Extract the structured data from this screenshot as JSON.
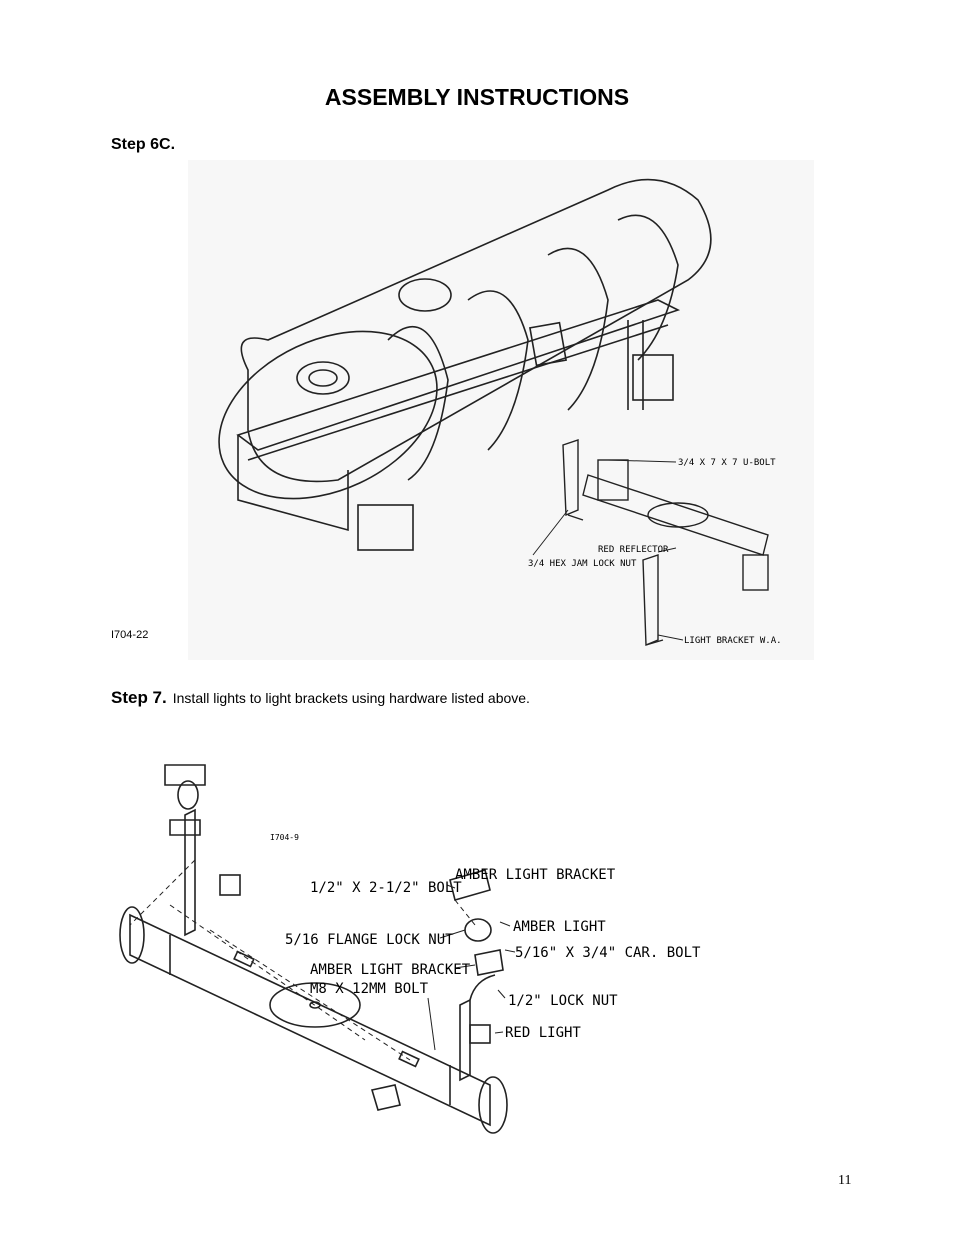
{
  "page": {
    "title": "ASSEMBLY INSTRUCTIONS",
    "page_number": "11"
  },
  "step6c": {
    "heading": "Step 6C.",
    "figure_code": "I704-22",
    "labels": {
      "ubolt": "3/4 X 7 X 7 U-BOLT",
      "red_reflector": "RED REFLECTOR",
      "hex_nut": "3/4 HEX JAM LOCK NUT",
      "light_bracket": "LIGHT BRACKET W.A."
    }
  },
  "step7": {
    "heading": "Step 7.",
    "text": "Install lights to light brackets using hardware listed above.",
    "figure_code": "I704-9",
    "labels": {
      "amber_bracket_top": "AMBER LIGHT BRACKET",
      "bolt_half": "1/2\" X 2-1/2\" BOLT",
      "amber_light": "AMBER LIGHT",
      "flange_nut": "5/16 FLANGE LOCK NUT",
      "car_bolt": "5/16\" X 3/4\" CAR. BOLT",
      "amber_bracket_mid": "AMBER LIGHT BRACKET",
      "m8_bolt": "M8 X 12MM BOLT",
      "lock_nut": "1/2\" LOCK NUT",
      "red_light": "RED LIGHT"
    }
  }
}
